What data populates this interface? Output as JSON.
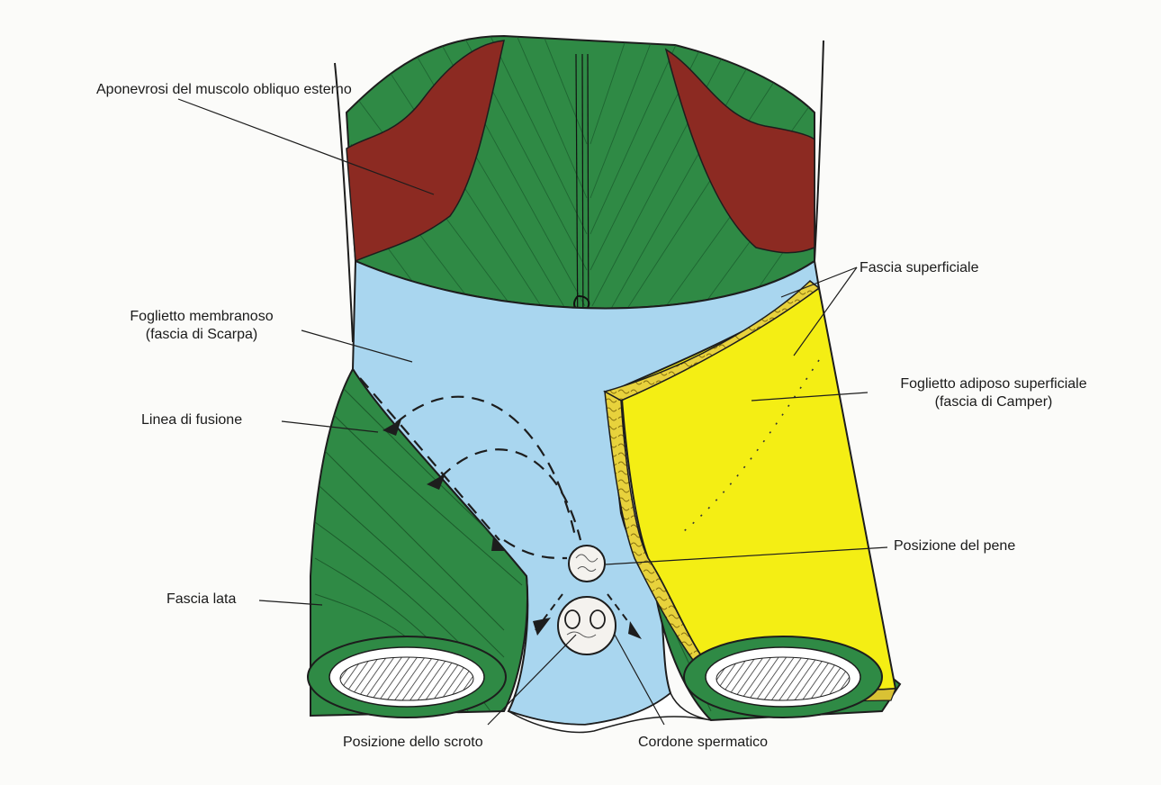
{
  "labels": {
    "external_oblique_aponeurosis": "Aponevrosi del muscolo obliquo esterno",
    "superficial_fascia": "Fascia superficiale",
    "membranous_layer_line1": "Foglietto membranoso",
    "membranous_layer_line2": "(fascia di Scarpa)",
    "fatty_layer_line1": "Foglietto adiposo superficiale",
    "fatty_layer_line2": "(fascia di Camper)",
    "fusion_line": "Linea di fusione",
    "penis_position": "Posizione del pene",
    "fascia_lata": "Fascia lata",
    "scrotum_position": "Posizione dello scroto",
    "spermatic_cord": "Cordone spermatico"
  },
  "colors": {
    "aponeurosis_green": "#2f8a45",
    "muscle_red": "#8c2a22",
    "membranous_blue": "#a9d6ef",
    "fatty_yellow": "#f4ee14",
    "fatty_edge": "#d9c234",
    "outline": "#1d1d1d",
    "background": "#fbfbf9"
  }
}
